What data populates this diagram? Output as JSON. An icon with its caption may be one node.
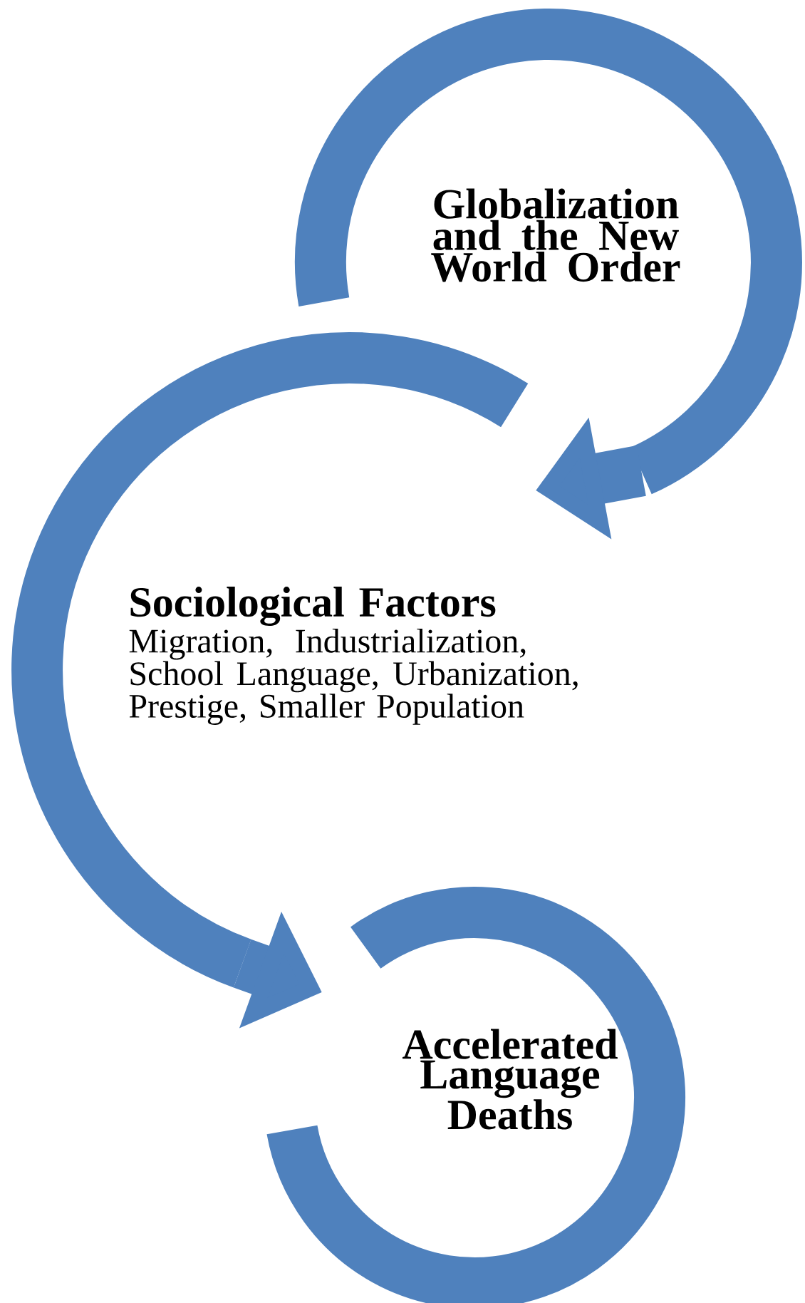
{
  "diagram": {
    "nodes": [
      {
        "text": [
          "Globalization and the New World Order"
        ]
      },
      {
        "text": [
          "Sociological Factors",
          "Migration, Industrialization, School Language, Urbanization, Prestige, Smaller Population"
        ]
      },
      {
        "text": [
          "Accelerated Language Deaths"
        ]
      }
    ],
    "edges": [
      {
        "from": 0,
        "to": 1,
        "arrow": "to"
      },
      {
        "from": 1,
        "to": 2,
        "arrow": "to"
      }
    ]
  }
}
